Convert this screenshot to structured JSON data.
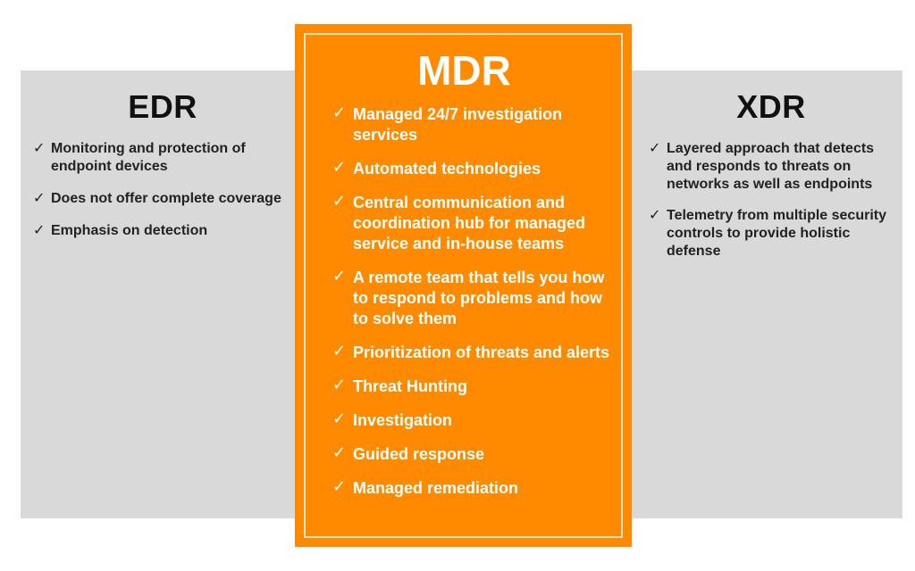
{
  "edr": {
    "title": "EDR",
    "items": [
      "Monitoring and protection of endpoint devices",
      "Does not offer complete coverage",
      "Emphasis on detection"
    ]
  },
  "mdr": {
    "title": "MDR",
    "items": [
      "Managed 24/7 investigation services",
      "Automated technologies",
      "Central communication and coordination hub for managed service and in-house teams",
      "A remote team that tells you how to respond to problems and how to solve them",
      "Prioritization of threats and alerts",
      "Threat Hunting",
      "Investigation",
      "Guided response",
      "Managed remediation"
    ]
  },
  "xdr": {
    "title": "XDR",
    "items": [
      "Layered approach that detects and responds to threats on networks as well as endpoints",
      "Telemetry from multiple security controls to provide holistic defense"
    ]
  },
  "check_glyph": "✓",
  "colors": {
    "side_panel": "#d9d9d9",
    "center_panel": "#ff8a00",
    "center_border": "#ffe3c2",
    "text_dark": "#111111",
    "text_light": "#ffffff"
  }
}
